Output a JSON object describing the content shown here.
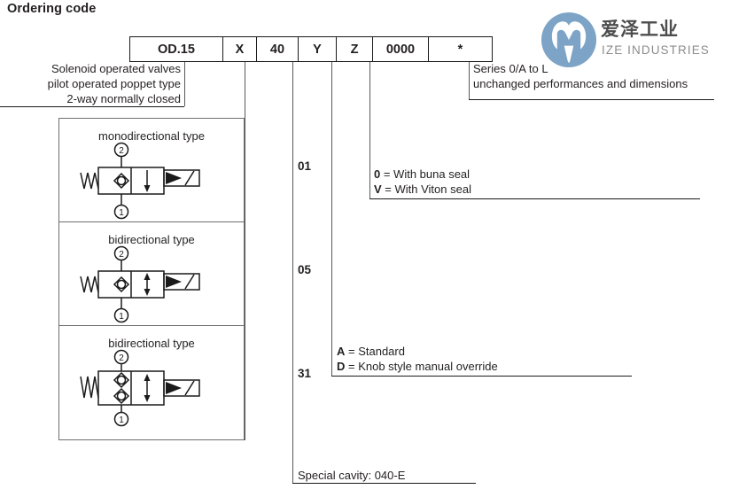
{
  "page_title": "Ordering code",
  "logo": {
    "mark_name": "ize-industries-logo-mark",
    "mark_color": "#7da4c6",
    "cn_text": "爱泽工业",
    "en_text": "IZE INDUSTRIES",
    "cn_color": "#4d4d4d",
    "en_color": "#8c8c8c"
  },
  "code_boxes": [
    {
      "label": "OD.15",
      "width": 105
    },
    {
      "label": "X",
      "width": 38
    },
    {
      "label": "40",
      "width": 47
    },
    {
      "label": "Y",
      "width": 43
    },
    {
      "label": "Z",
      "width": 41
    },
    {
      "label": "0000",
      "width": 63
    },
    {
      "label": "*",
      "width": 73
    }
  ],
  "descriptors": {
    "left_block": [
      "Solenoid operated valves",
      "pilot operated poppet type",
      "2-way normally closed"
    ],
    "series_block": [
      "Series 0/A to L",
      "unchanged performances and dimensions"
    ],
    "seal_block": [
      {
        "code": "0",
        "text": " = With buna seal"
      },
      {
        "code": "V",
        "text": " = With Viton seal"
      }
    ],
    "override_block": [
      {
        "code": "A",
        "text": " = Standard"
      },
      {
        "code": "D",
        "text": " = Knob style manual override"
      }
    ],
    "cavity_block": "Special cavity: 040-E"
  },
  "symbol_table": {
    "rows": [
      {
        "type_label": "monodirectional type",
        "code": "01",
        "symbol": "single-check-single-arrow"
      },
      {
        "type_label": "bidirectional type",
        "code": "05",
        "symbol": "single-check-double-arrow"
      },
      {
        "type_label": "bidirectional type",
        "code": "31",
        "symbol": "double-check-double-arrow"
      }
    ]
  }
}
